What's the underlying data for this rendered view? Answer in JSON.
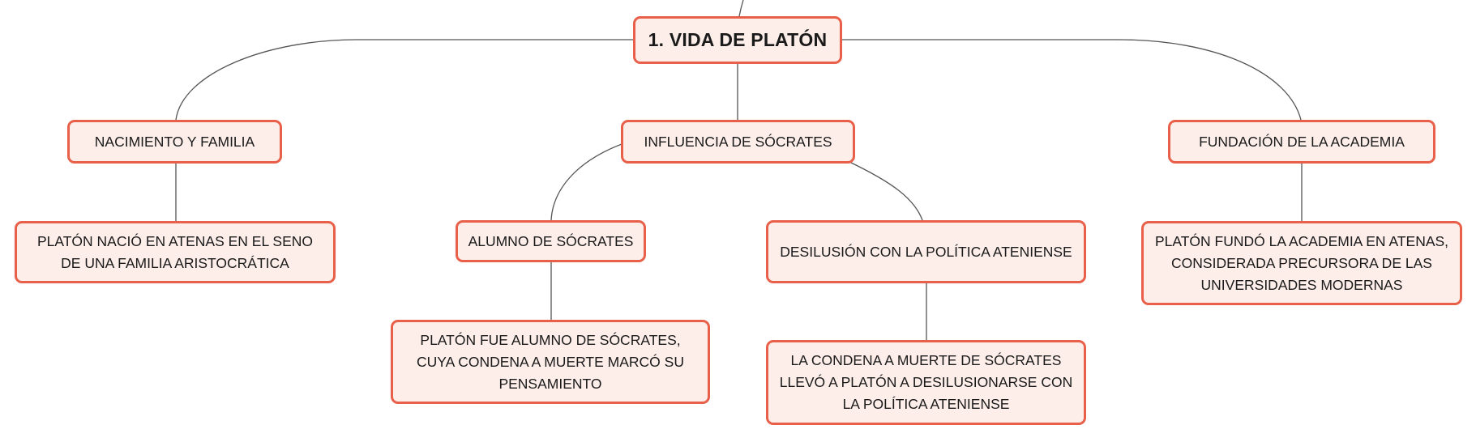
{
  "colors": {
    "node_fill": "#fdeeea",
    "node_border": "#e8604a",
    "connector": "#555555",
    "text": "#1a1a1a"
  },
  "root": {
    "label": "1. VIDA DE PLATÓN"
  },
  "topics": {
    "nacimiento": {
      "label": "NACIMIENTO Y FAMILIA"
    },
    "influencia": {
      "label": "INFLUENCIA DE SÓCRATES"
    },
    "fundacion": {
      "label": "FUNDACIÓN DE LA ACADEMIA"
    }
  },
  "subtopics": {
    "nacimiento_detalle": {
      "label": "PLATÓN NACIÓ EN ATENAS EN EL SENO DE UNA FAMILIA ARISTOCRÁTICA"
    },
    "alumno": {
      "label": "ALUMNO DE SÓCRATES"
    },
    "alumno_detalle": {
      "label": "PLATÓN FUE ALUMNO DE SÓCRATES, CUYA CONDENA A MUERTE MARCÓ SU PENSAMIENTO"
    },
    "desilusion": {
      "label": "DESILUSIÓN CON LA POLÍTICA ATENIENSE"
    },
    "desilusion_detalle": {
      "label": "LA CONDENA A MUERTE DE SÓCRATES LLEVÓ A PLATÓN A DESILUSIONARSE CON LA POLÍTICA ATENIENSE"
    },
    "fundacion_detalle": {
      "label": "PLATÓN FUNDÓ LA ACADEMIA EN ATENAS, CONSIDERADA PRECURSORA DE LAS UNIVERSIDADES MODERNAS"
    }
  }
}
